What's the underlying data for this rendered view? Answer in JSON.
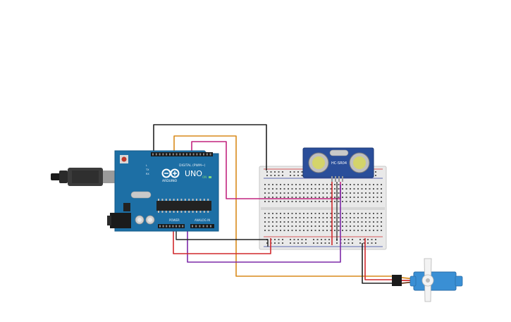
{
  "arduino": {
    "board_name": "UNO",
    "brand": "ARDUINO",
    "on_label": "ON",
    "header_digital": "DIGITAL (PWM~)",
    "header_power": "POWER",
    "header_analog": "ANALOG IN",
    "tx_label": "TX",
    "rx_label": "RX",
    "l_label": "L",
    "board_color": "#1d6fa5"
  },
  "sensor": {
    "model": "HC-SR04",
    "board_color": "#2a4e9a"
  },
  "breadboard": {
    "color": "#e8e8e8"
  },
  "servo": {
    "body_color": "#3a8fd4"
  },
  "wires": {
    "black": "#222222",
    "orange": "#d98a1b",
    "purple": "#7d2aa8",
    "magenta": "#c2247f",
    "red": "#d0292d"
  }
}
